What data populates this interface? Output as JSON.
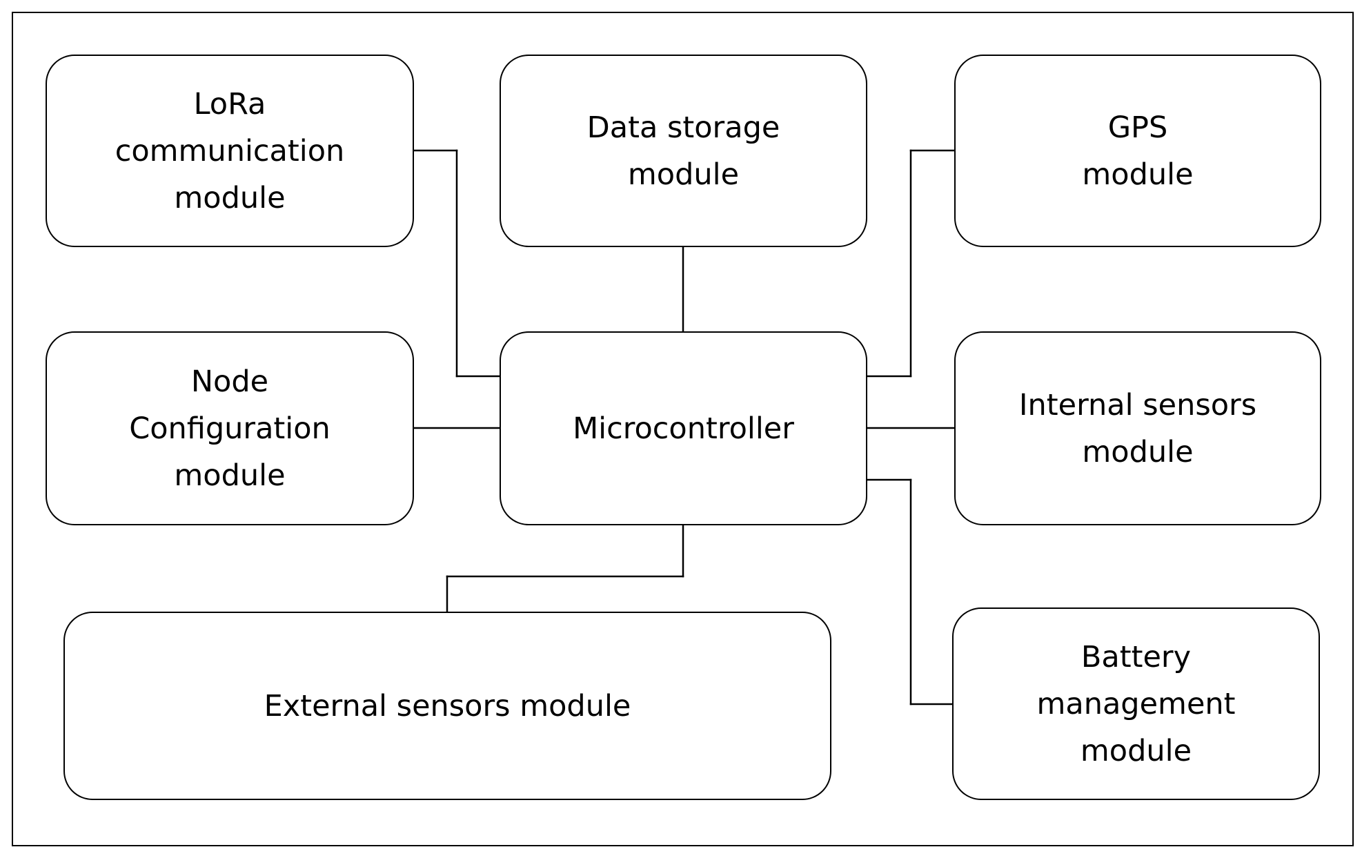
{
  "diagram": {
    "blocks": {
      "lora": "LoRa\ncommunication\nmodule",
      "storage": "Data storage\nmodule",
      "gps": "GPS\nmodule",
      "node": "Node\nConfiguration\nmodule",
      "mcu": "Microcontroller",
      "internal": "Internal sensors\nmodule",
      "external": "External sensors module",
      "battery": "Battery\nmanagement\nmodule"
    },
    "connections": [
      {
        "from": "Microcontroller",
        "to": "LoRa communication module"
      },
      {
        "from": "Microcontroller",
        "to": "Data storage module"
      },
      {
        "from": "Microcontroller",
        "to": "GPS module"
      },
      {
        "from": "Microcontroller",
        "to": "Node Configuration module"
      },
      {
        "from": "Microcontroller",
        "to": "Internal sensors module"
      },
      {
        "from": "Microcontroller",
        "to": "External sensors module"
      },
      {
        "from": "Microcontroller",
        "to": "Battery management module"
      }
    ]
  }
}
